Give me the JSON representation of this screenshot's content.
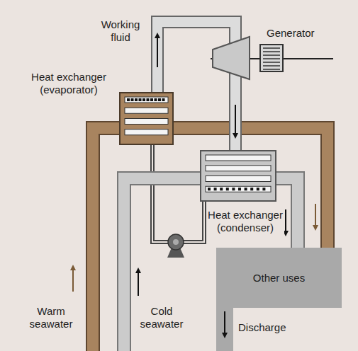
{
  "diagram": {
    "nodes": [
      {
        "text": [
          "Generator"
        ]
      },
      {
        "text": [
          "Heat exchanger (evaporator)"
        ]
      },
      {
        "text": [
          "Heat exchanger (condenser)"
        ]
      },
      {
        "text": [
          "Other uses"
        ]
      }
    ],
    "edges": [
      {
        "from": 1,
        "to": 3,
        "arrow": "none"
      },
      {
        "from": 2,
        "to": 3,
        "arrow": "none"
      },
      {
        "from": 1,
        "to": 2,
        "arrow": "none"
      },
      {
        "from": 2,
        "to": 1,
        "arrow": "none"
      }
    ],
    "labels": [
      "Working fluid",
      "Warm seawater",
      "Cold seawater",
      "Discharge"
    ]
  }
}
